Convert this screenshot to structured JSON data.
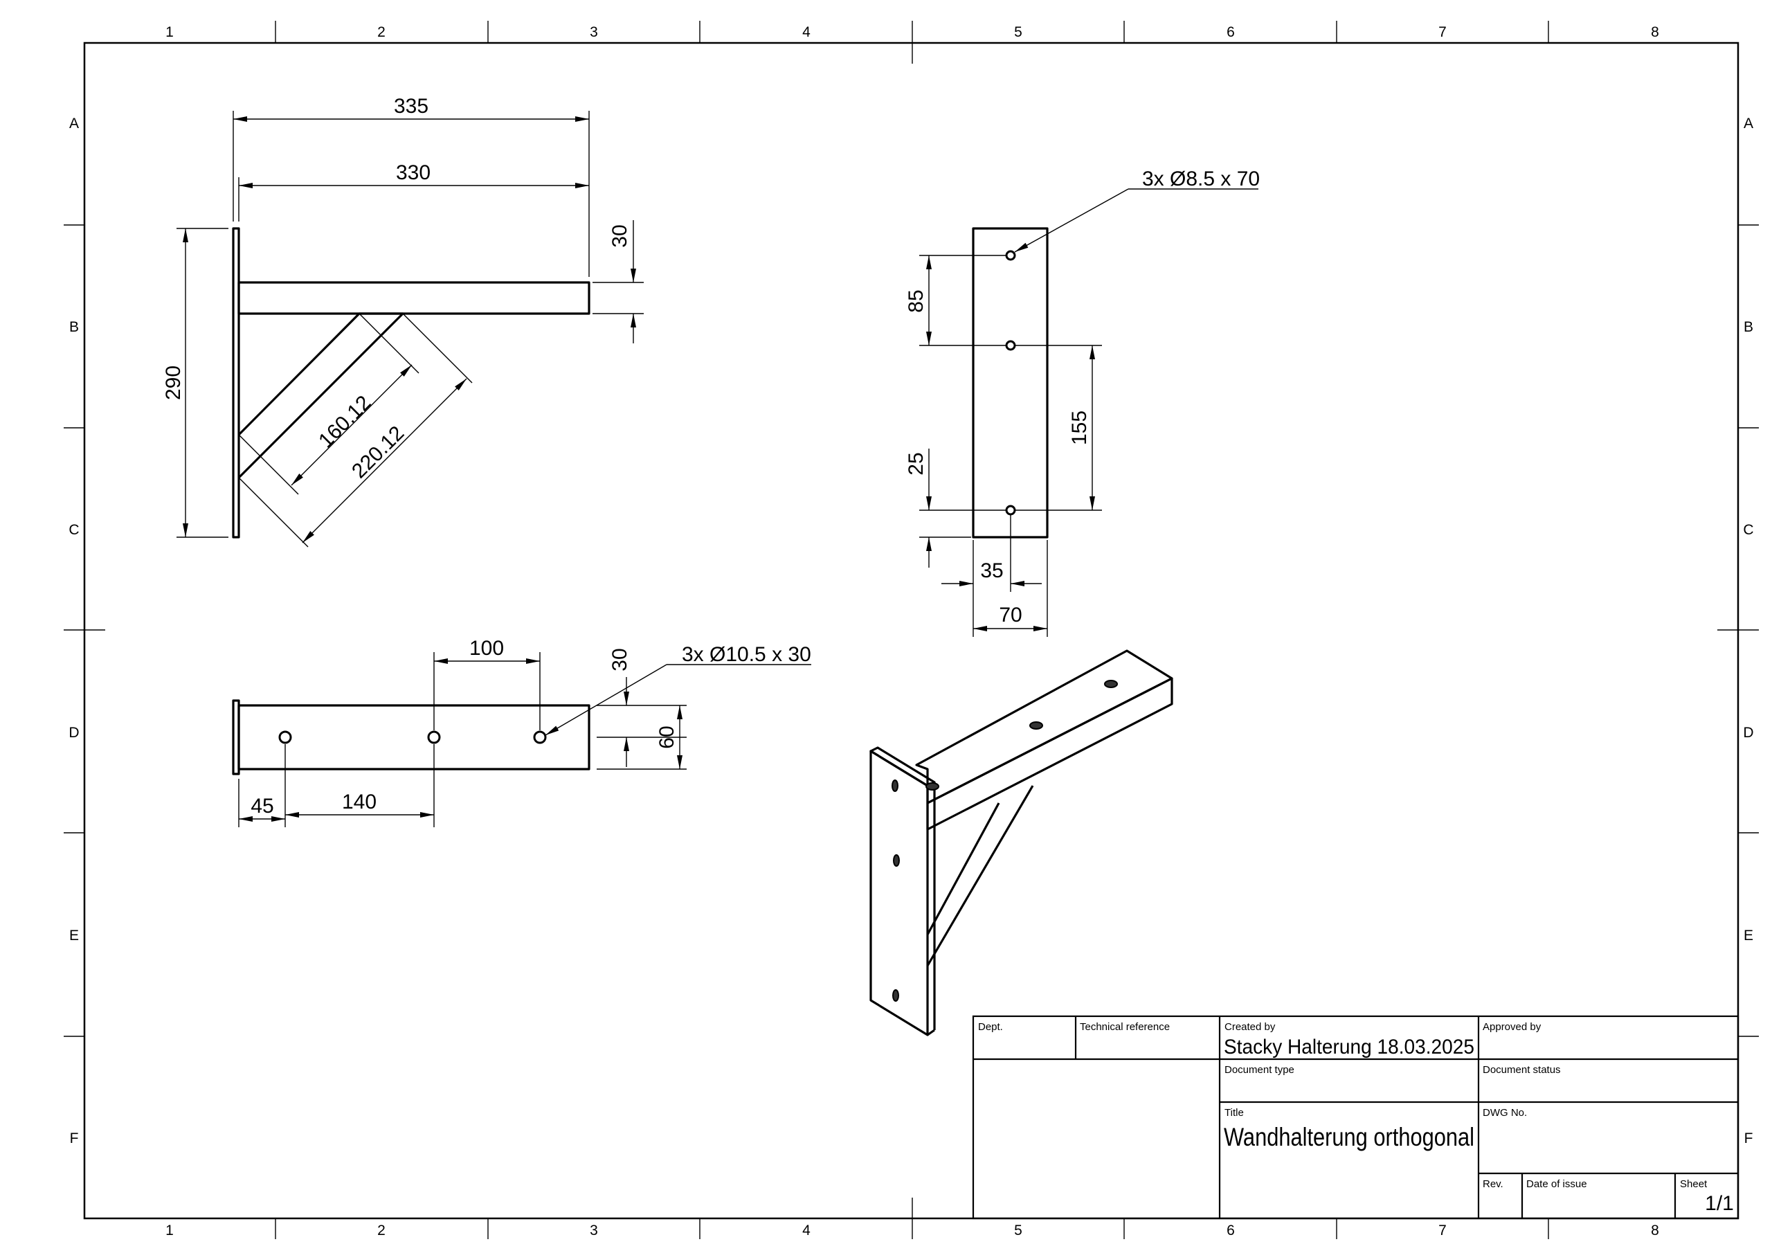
{
  "zones": {
    "columns": [
      "1",
      "2",
      "3",
      "4",
      "5",
      "6",
      "7",
      "8"
    ],
    "rows": [
      "A",
      "B",
      "C",
      "D",
      "E",
      "F"
    ]
  },
  "dimensions": {
    "side_view": {
      "overall_length": "335",
      "arm_length": "330",
      "arm_thickness": "30",
      "plate_height": "290",
      "brace_inner": "160.12",
      "brace_outer": "220.12"
    },
    "front_view": {
      "hole_callout": "3x Ø8.5 x 70",
      "top_offset": "85",
      "hole_spacing": "155",
      "bottom_offset": "25",
      "hole_x": "35",
      "plate_width": "70"
    },
    "top_view": {
      "hole_callout": "3x Ø10.5 x 30",
      "hole_pitch_right": "100",
      "hole_y": "30",
      "arm_width": "60",
      "first_hole": "45",
      "hole_pitch_left": "140"
    }
  },
  "title_block": {
    "dept_label": "Dept.",
    "tech_ref_label": "Technical reference",
    "created_by_label": "Created by",
    "created_by_value": "Stacky Halterung 18.03.2025",
    "approved_by_label": "Approved by",
    "doc_type_label": "Document type",
    "doc_status_label": "Document status",
    "title_label": "Title",
    "title_value": "Wandhalterung orthogonal",
    "dwg_no_label": "DWG No.",
    "rev_label": "Rev.",
    "date_label": "Date of issue",
    "sheet_label": "Sheet",
    "sheet_value": "1/1"
  }
}
